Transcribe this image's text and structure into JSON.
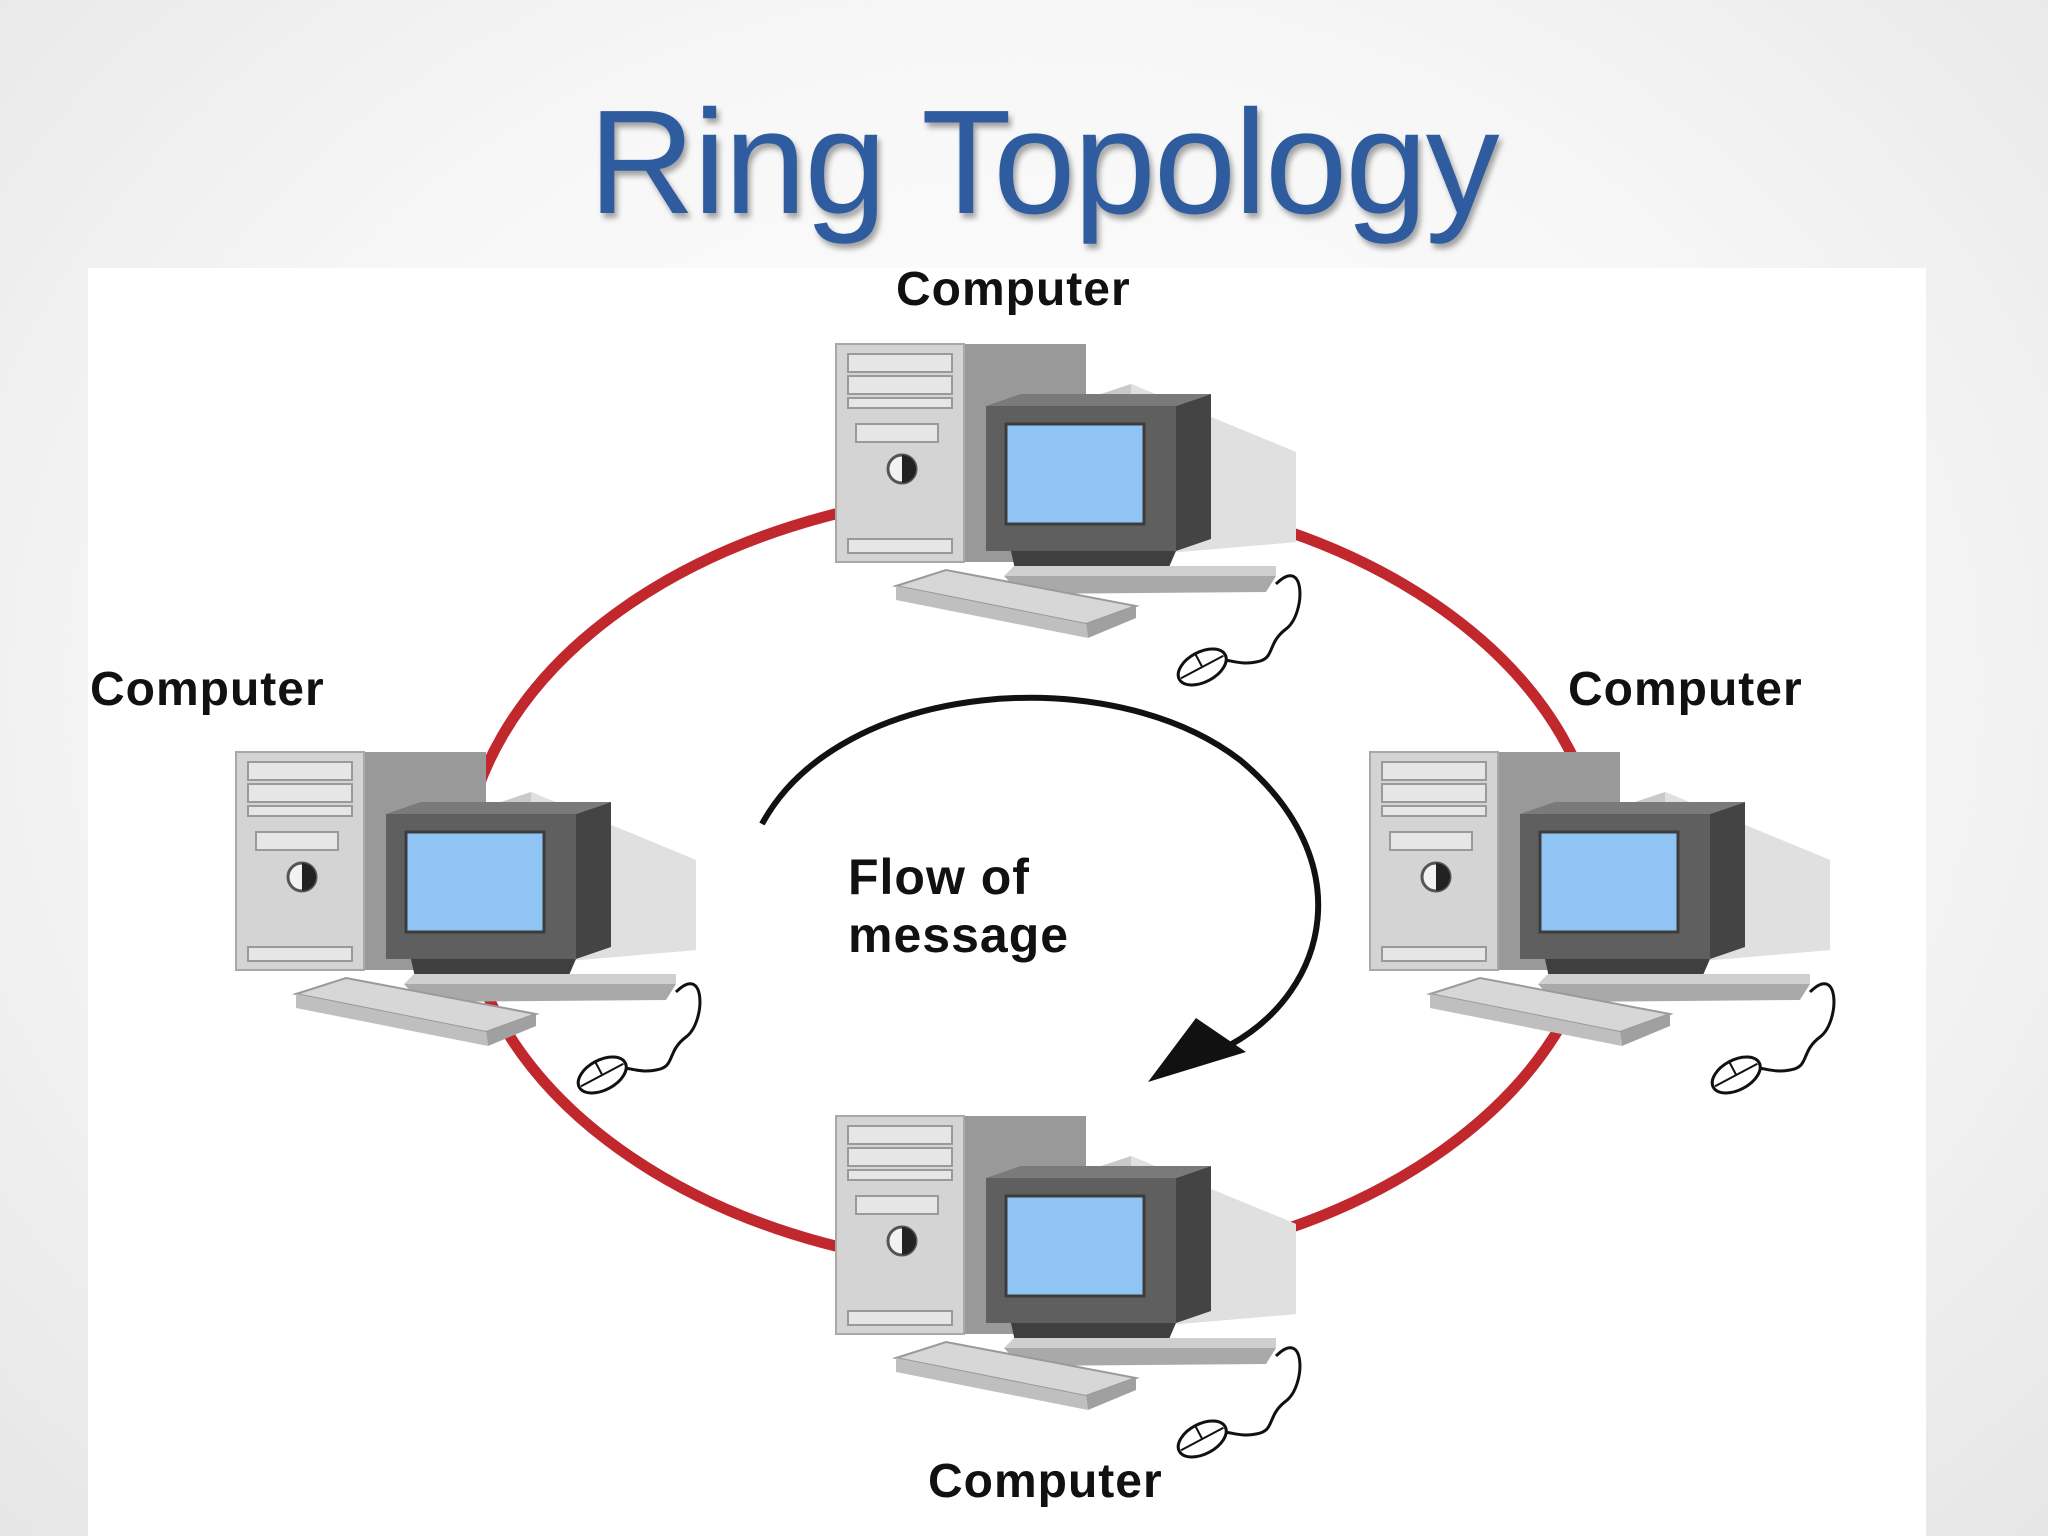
{
  "title": "Ring Topology",
  "nodes": [
    {
      "id": "top",
      "label": "Computer"
    },
    {
      "id": "left",
      "label": "Computer"
    },
    {
      "id": "right",
      "label": "Computer"
    },
    {
      "id": "bottom",
      "label": "Computer"
    }
  ],
  "flow": {
    "line1": "Flow of",
    "line2": "message",
    "direction": "clockwise"
  },
  "colors": {
    "title": "#2e5c9e",
    "ring": "#c0282d",
    "screen": "#8fc4f5",
    "case": "#d9d9d9",
    "monitor": "#5f5f5f"
  },
  "icons": [
    "computer-icon",
    "flow-arrow-icon"
  ]
}
